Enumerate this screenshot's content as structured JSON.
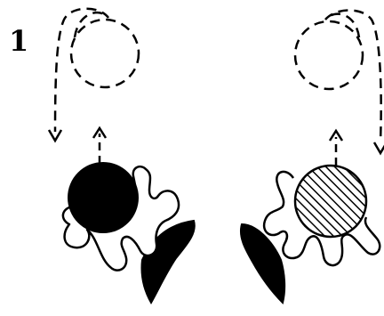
{
  "figure": {
    "step_label": "1",
    "colors": {
      "ink": "#000000",
      "paper": "#ffffff",
      "left_ball_fill": "#000000",
      "right_ball_fill": "hatched"
    },
    "left_panel": {
      "parts": [
        "dashed-circle",
        "dashed-loop-arrow-down",
        "dashed-arrow-up",
        "solid-black-ball",
        "open-hand",
        "dark-cuff"
      ]
    },
    "right_panel": {
      "parts": [
        "dashed-circle",
        "dashed-loop-arrow-down",
        "dashed-arrow-up",
        "hatched-ball",
        "open-hand",
        "dark-cuff"
      ]
    }
  }
}
